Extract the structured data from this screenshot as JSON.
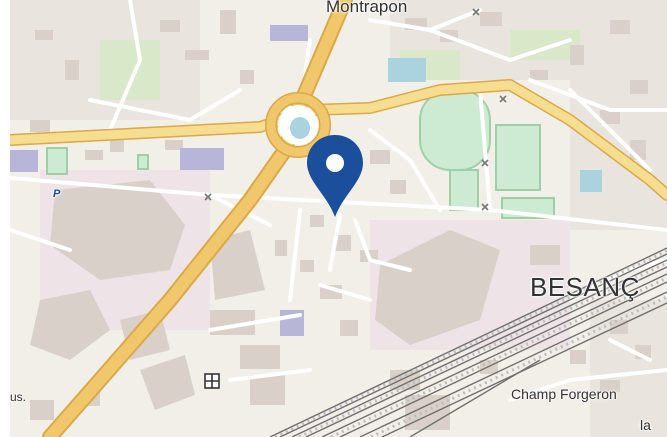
{
  "map": {
    "labels": {
      "montrapon": "Montrapon",
      "besancon": "BESANÇ",
      "champ_forgeron": "Champ Forgeron",
      "la": "la",
      "us": "us.",
      "parking": "P"
    },
    "marker": {
      "icon": "location-pin-icon",
      "color": "#1b4f9c"
    },
    "colors": {
      "land": "#f2efe9",
      "building": "#d9d0c9",
      "industrial": "#ebdbe8",
      "main_road": "#f0c76a",
      "road_edge": "#d9a94a",
      "minor_road": "#ffffff",
      "sport_pitch": "#aae0cb",
      "park": "#d8e8c8",
      "water": "#aad3df",
      "railway": "#707070"
    }
  }
}
